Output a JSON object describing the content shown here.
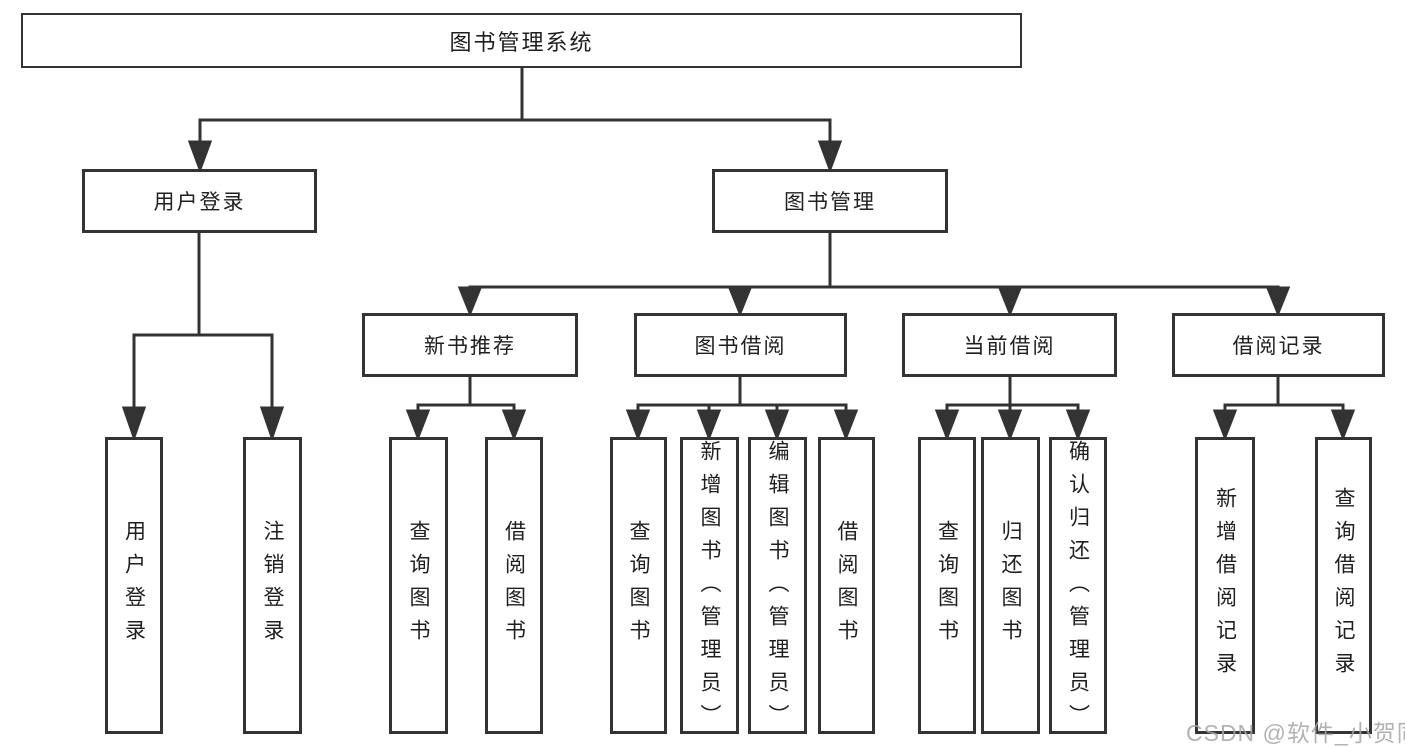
{
  "nodes": {
    "root": "图书管理系统",
    "user_login": "用户登录",
    "book_mgmt": "图书管理",
    "new_book_rec": "新书推荐",
    "book_borrow": "图书借阅",
    "current_borrow": "当前借阅",
    "borrow_records": "借阅记录",
    "leaf_user_login": "用户登录",
    "leaf_logout": "注销登录",
    "leaf_nb_query": "查询图书",
    "leaf_nb_borrow": "借阅图书",
    "leaf_bb_query": "查询图书",
    "leaf_bb_add": "新增图书（管理员）",
    "leaf_bb_edit": "编辑图书（管理员）",
    "leaf_bb_borrow": "借阅图书",
    "leaf_cb_query": "查询图书",
    "leaf_cb_return": "归还图书",
    "leaf_cb_confirm": "确认归还（管理员）",
    "leaf_br_add": "新增借阅记录",
    "leaf_br_query": "查询借阅记录"
  },
  "hierarchy": {
    "图书管理系统": [
      "用户登录",
      "图书管理"
    ],
    "用户登录": [
      "用户登录",
      "注销登录"
    ],
    "图书管理": [
      "新书推荐",
      "图书借阅",
      "当前借阅",
      "借阅记录"
    ],
    "新书推荐": [
      "查询图书",
      "借阅图书"
    ],
    "图书借阅": [
      "查询图书",
      "新增图书（管理员）",
      "编辑图书（管理员）",
      "借阅图书"
    ],
    "当前借阅": [
      "查询图书",
      "归还图书",
      "确认归还（管理员）"
    ],
    "借阅记录": [
      "新增借阅记录",
      "查询借阅记录"
    ]
  },
  "watermark": "CSDN @软件_小贺同学",
  "colors": {
    "line": "#333333",
    "box_border": "#333333",
    "box_fill": "#ffffff",
    "text": "#1f1f1f",
    "watermark": "#a5a5a5"
  }
}
